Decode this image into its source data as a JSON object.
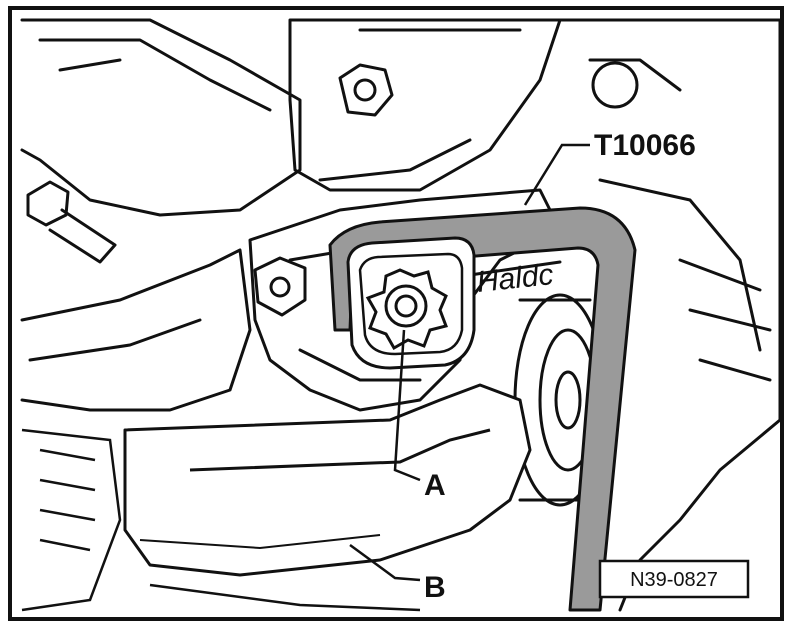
{
  "labels": {
    "tool": "T10066",
    "part_a": "A",
    "part_b": "B",
    "brand_fragment": "Haldc"
  },
  "figure_ref": "N39-0827",
  "colors": {
    "line": "#111111",
    "tool_fill": "#9a9a9a",
    "background": "#ffffff"
  }
}
